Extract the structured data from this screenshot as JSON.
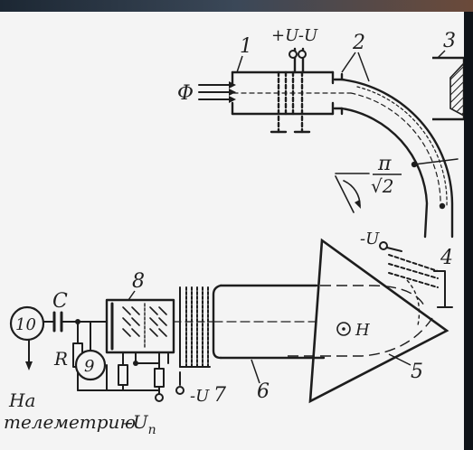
{
  "diagram": {
    "component_numbers": [
      "1",
      "2",
      "3",
      "4",
      "5",
      "6",
      "7",
      "8",
      "9",
      "10"
    ],
    "voltage_top": "+U-U",
    "voltage_deflector": "-U",
    "voltage_grid": "-U",
    "voltage_un_prefix": "-U",
    "voltage_un_sub": "n",
    "flux_label": "Φ",
    "angle_pi": "π",
    "angle_sqrt2": "√2",
    "field_label": "H",
    "capacitor_label": "C",
    "resistor_label": "R",
    "output_label_line1": "На",
    "output_label_line2": "телеметрию"
  },
  "colors": {
    "paper": "#f4f4f4",
    "ink": "#1d1d1d",
    "frame_top": "#2e3a48",
    "frame_right": "#0f1318"
  }
}
